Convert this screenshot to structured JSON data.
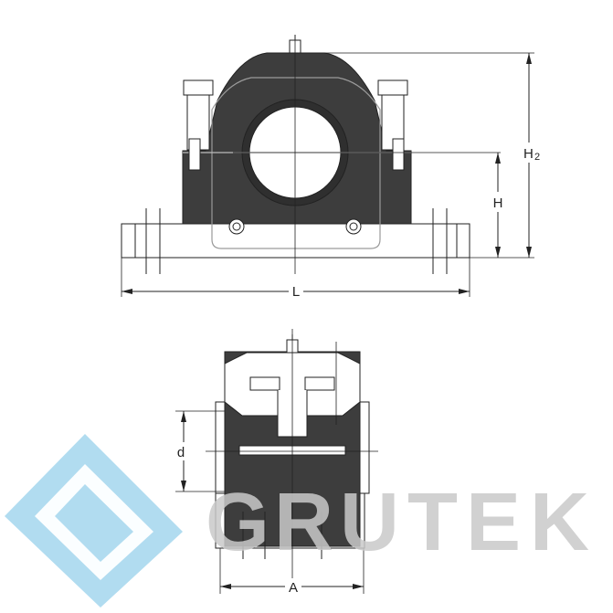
{
  "drawing": {
    "front_view": {
      "label_length": "L",
      "label_height": "H",
      "label_total_height": "H",
      "label_total_height_sub": "2"
    },
    "side_view": {
      "label_diameter": "d",
      "label_width": "A"
    }
  },
  "watermark": {
    "brand": "GRUTEK",
    "letters": [
      "G",
      "R",
      "U",
      "T",
      "E",
      "K"
    ],
    "logo_color": "#a9d8ee",
    "text_color": "#c9c9c9"
  },
  "colors": {
    "housing": "#3d3d3d",
    "line": "#222222"
  }
}
